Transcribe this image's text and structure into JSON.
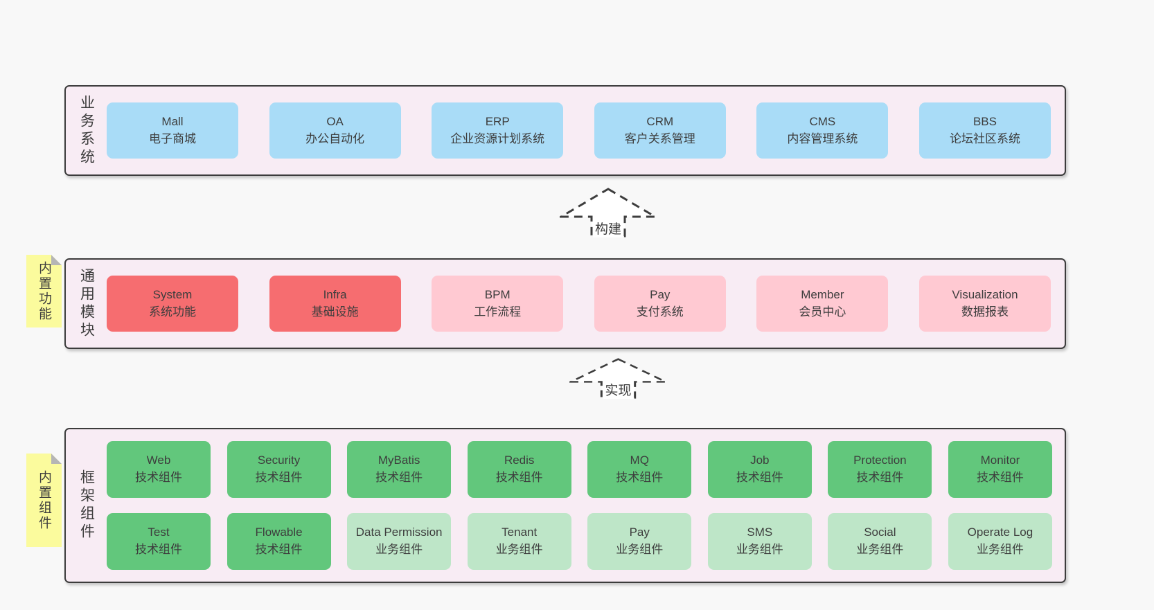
{
  "diagram": {
    "colors": {
      "page_background": "#f8f8f8",
      "band_background": "#f8ecf4",
      "band_border": "#3c3c3c",
      "blue_box": "#a9dcf7",
      "red_box": "#f66d70",
      "pink_box": "#ffc9d2",
      "green_box": "#62c77c",
      "lightgreen_box": "#bee6c8",
      "note_yellow": "#fbfb9d",
      "note_fold_gray": "#b5b5b5",
      "text": "#3d3d3d"
    },
    "notes": [
      {
        "label": "内置功能"
      },
      {
        "label": "内置组件"
      }
    ],
    "arrows": [
      {
        "label": "构建"
      },
      {
        "label": "实现"
      }
    ],
    "bands": [
      {
        "label": "业务系统",
        "boxes": [
          {
            "title": "Mall",
            "subtitle": "电子商城",
            "variant": "blue"
          },
          {
            "title": "OA",
            "subtitle": "办公自动化",
            "variant": "blue"
          },
          {
            "title": "ERP",
            "subtitle": "企业资源计划系统",
            "variant": "blue"
          },
          {
            "title": "CRM",
            "subtitle": "客户关系管理",
            "variant": "blue"
          },
          {
            "title": "CMS",
            "subtitle": "内容管理系统",
            "variant": "blue"
          },
          {
            "title": "BBS",
            "subtitle": "论坛社区系统",
            "variant": "blue"
          }
        ]
      },
      {
        "label": "通用模块",
        "boxes": [
          {
            "title": "System",
            "subtitle": "系统功能",
            "variant": "red"
          },
          {
            "title": "Infra",
            "subtitle": "基础设施",
            "variant": "red"
          },
          {
            "title": "BPM",
            "subtitle": "工作流程",
            "variant": "pink"
          },
          {
            "title": "Pay",
            "subtitle": "支付系统",
            "variant": "pink"
          },
          {
            "title": "Member",
            "subtitle": "会员中心",
            "variant": "pink"
          },
          {
            "title": "Visualization",
            "subtitle": "数据报表",
            "variant": "pink"
          }
        ]
      },
      {
        "label": "框架组件",
        "rows": [
          [
            {
              "title": "Web",
              "subtitle": "技术组件",
              "variant": "green"
            },
            {
              "title": "Security",
              "subtitle": "技术组件",
              "variant": "green"
            },
            {
              "title": "MyBatis",
              "subtitle": "技术组件",
              "variant": "green"
            },
            {
              "title": "Redis",
              "subtitle": "技术组件",
              "variant": "green"
            },
            {
              "title": "MQ",
              "subtitle": "技术组件",
              "variant": "green"
            },
            {
              "title": "Job",
              "subtitle": "技术组件",
              "variant": "green"
            },
            {
              "title": "Protection",
              "subtitle": "技术组件",
              "variant": "green"
            },
            {
              "title": "Monitor",
              "subtitle": "技术组件",
              "variant": "green"
            }
          ],
          [
            {
              "title": "Test",
              "subtitle": "技术组件",
              "variant": "green"
            },
            {
              "title": "Flowable",
              "subtitle": "技术组件",
              "variant": "green"
            },
            {
              "title": "Data Permission",
              "subtitle": "业务组件",
              "variant": "lightgreen"
            },
            {
              "title": "Tenant",
              "subtitle": "业务组件",
              "variant": "lightgreen"
            },
            {
              "title": "Pay",
              "subtitle": "业务组件",
              "variant": "lightgreen"
            },
            {
              "title": "SMS",
              "subtitle": "业务组件",
              "variant": "lightgreen"
            },
            {
              "title": "Social",
              "subtitle": "业务组件",
              "variant": "lightgreen"
            },
            {
              "title": "Operate Log",
              "subtitle": "业务组件",
              "variant": "lightgreen"
            }
          ]
        ]
      }
    ]
  }
}
